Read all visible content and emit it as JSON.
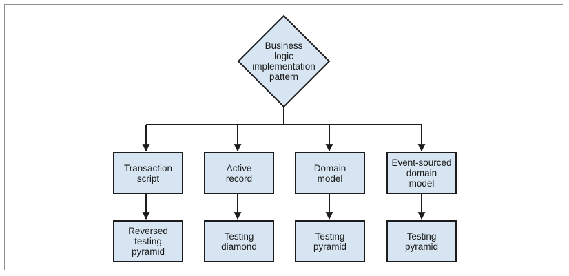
{
  "colors": {
    "fill": "#d6e5f1",
    "stroke": "#1c1c1c",
    "border": "#8f8f8f"
  },
  "root": {
    "lines": [
      "Business",
      "logic",
      "implementation",
      "pattern"
    ]
  },
  "patterns": [
    {
      "pattern": [
        "Transaction",
        "script"
      ],
      "testing": [
        "Reversed",
        "testing",
        "pyramid"
      ]
    },
    {
      "pattern": [
        "Active",
        "record"
      ],
      "testing": [
        "Testing",
        "diamond"
      ]
    },
    {
      "pattern": [
        "Domain",
        "model"
      ],
      "testing": [
        "Testing",
        "pyramid"
      ]
    },
    {
      "pattern": [
        "Event-sourced",
        "domain",
        "model"
      ],
      "testing": [
        "Testing",
        "pyramid"
      ]
    }
  ]
}
